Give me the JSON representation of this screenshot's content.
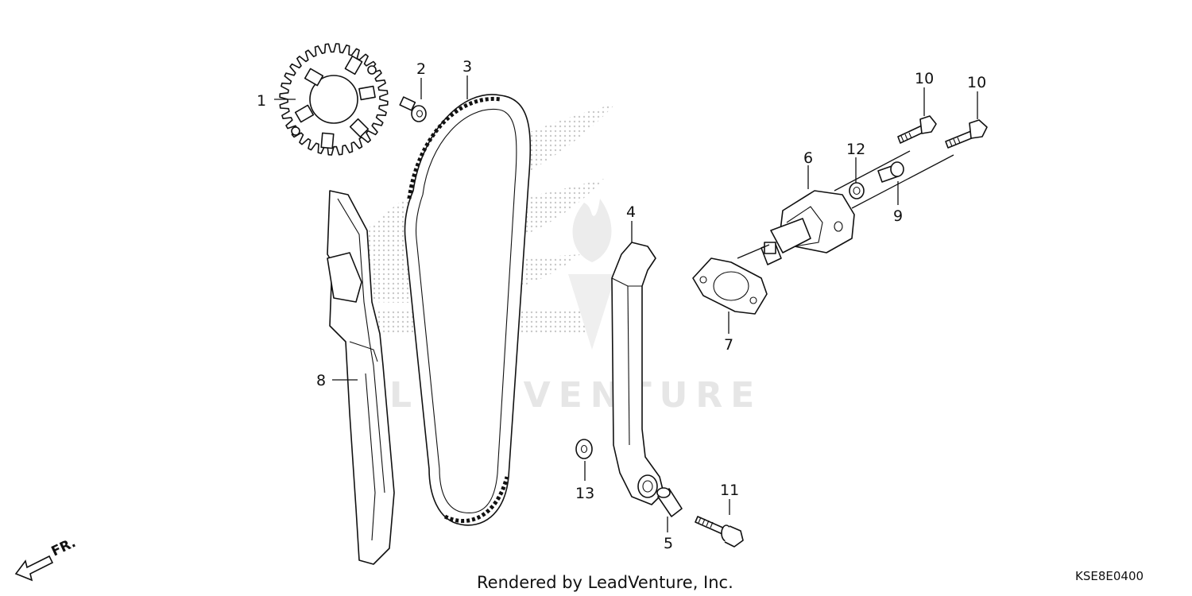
{
  "diagram": {
    "callouts": [
      {
        "id": "1",
        "label": "1"
      },
      {
        "id": "2",
        "label": "2"
      },
      {
        "id": "3",
        "label": "3"
      },
      {
        "id": "4",
        "label": "4"
      },
      {
        "id": "5",
        "label": "5"
      },
      {
        "id": "6",
        "label": "6"
      },
      {
        "id": "7",
        "label": "7"
      },
      {
        "id": "8",
        "label": "8"
      },
      {
        "id": "9",
        "label": "9"
      },
      {
        "id": "10a",
        "label": "10"
      },
      {
        "id": "10b",
        "label": "10"
      },
      {
        "id": "11",
        "label": "11"
      },
      {
        "id": "12",
        "label": "12"
      },
      {
        "id": "13",
        "label": "13"
      }
    ],
    "direction_marker": "FR.",
    "footer_text": "Rendered by LeadVenture, Inc.",
    "diagram_code": "KSE8E0400",
    "watermark_text": "LEADVENTURE"
  }
}
